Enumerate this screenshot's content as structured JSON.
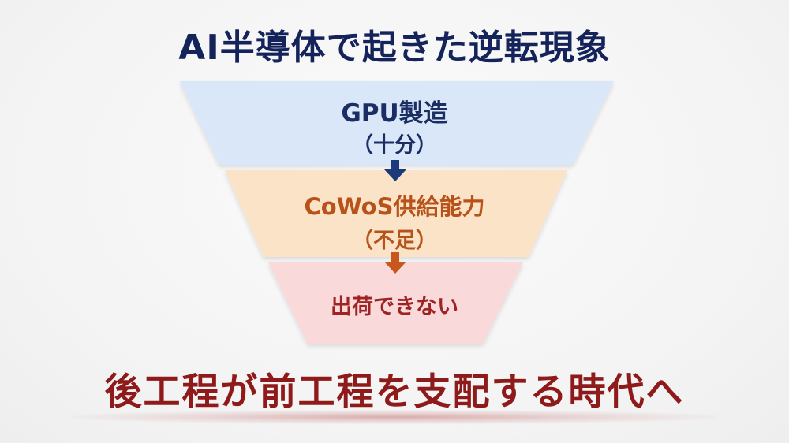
{
  "title": "AI半導体で起きた逆転現象",
  "funnel": {
    "tiers": [
      {
        "main": "GPU製造",
        "sub": "（十分）",
        "fill": "#d9e7f8",
        "text_color": "#1b2e63"
      },
      {
        "main": "CoWoS供給能力",
        "sub": "（不足）",
        "fill": "#fbe3c8",
        "text_color": "#b7531a"
      },
      {
        "main": "出荷できない",
        "sub": "",
        "fill": "#f9d9da",
        "text_color": "#9e2424"
      }
    ],
    "arrow_colors": [
      "#1b3a7a",
      "#c9561a"
    ]
  },
  "footer": "後工程が前工程を支配する時代へ",
  "colors": {
    "title": "#14235a",
    "footer": "#8e1a1a"
  }
}
